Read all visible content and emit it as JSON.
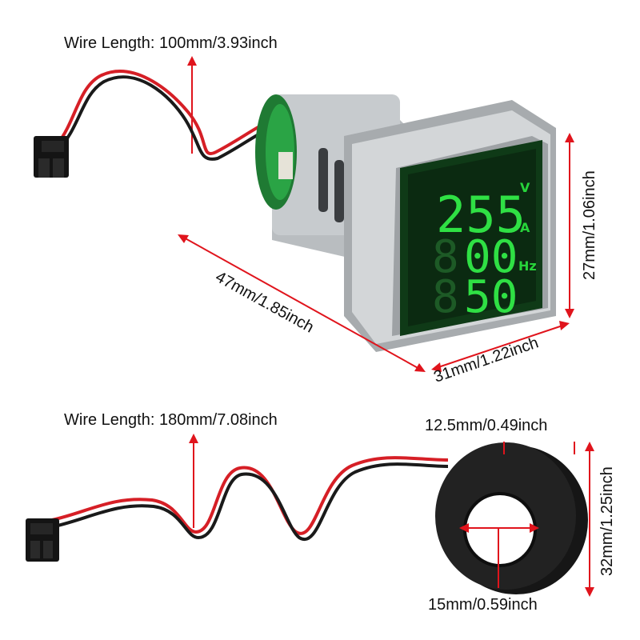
{
  "labels": {
    "wire_meter": "Wire Length: 100mm/3.93inch",
    "wire_ct": "Wire Length: 180mm/7.08inch",
    "depth": "47mm/1.85inch",
    "width": "31mm/1.22inch",
    "height": "27mm/1.06inch",
    "ct_thickness": "12.5mm/0.49inch",
    "ct_outer": "32mm/1.25inch",
    "ct_hole": "15mm/0.59inch"
  },
  "display": {
    "row1_value": "255",
    "row1_unit": "V",
    "row2_value": "00",
    "row2_unit": "A",
    "row3_value": "50",
    "row3_unit": "Hz"
  },
  "colors": {
    "dimension_lines": "#e0141c",
    "display_green": "#27d43a",
    "housing_gray": "#bfc3c6",
    "ct_black": "#1a1a1a"
  }
}
